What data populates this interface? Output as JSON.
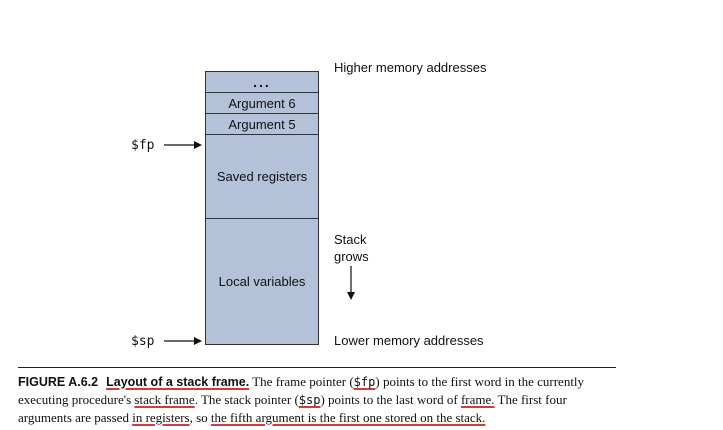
{
  "stack": {
    "cells": {
      "dots": "...",
      "arg6": "Argument 6",
      "arg5": "Argument 5",
      "saved": "Saved registers",
      "local": "Local variables"
    }
  },
  "pointers": {
    "fp": "$fp",
    "sp": "$sp"
  },
  "notes": {
    "higher": "Higher memory addresses",
    "grows_line1": "Stack",
    "grows_line2": "grows",
    "lower": "Lower memory addresses"
  },
  "caption": {
    "label": "FIGURE A.6.2",
    "title": "Layout of a stack frame.",
    "t1": "The frame pointer (",
    "fp": "$fp",
    "t2": ") points to the first word in the currently executing procedure's ",
    "t3": "stack frame",
    "t4": ". The stack pointer (",
    "sp": "$sp",
    "t5": ") points to the last word of ",
    "t6": "frame.",
    "t7": " The first four arguments are passed ",
    "t8": "in registers",
    "t9": ", so ",
    "t10": "the fifth argument is the first one stored on the stack."
  }
}
